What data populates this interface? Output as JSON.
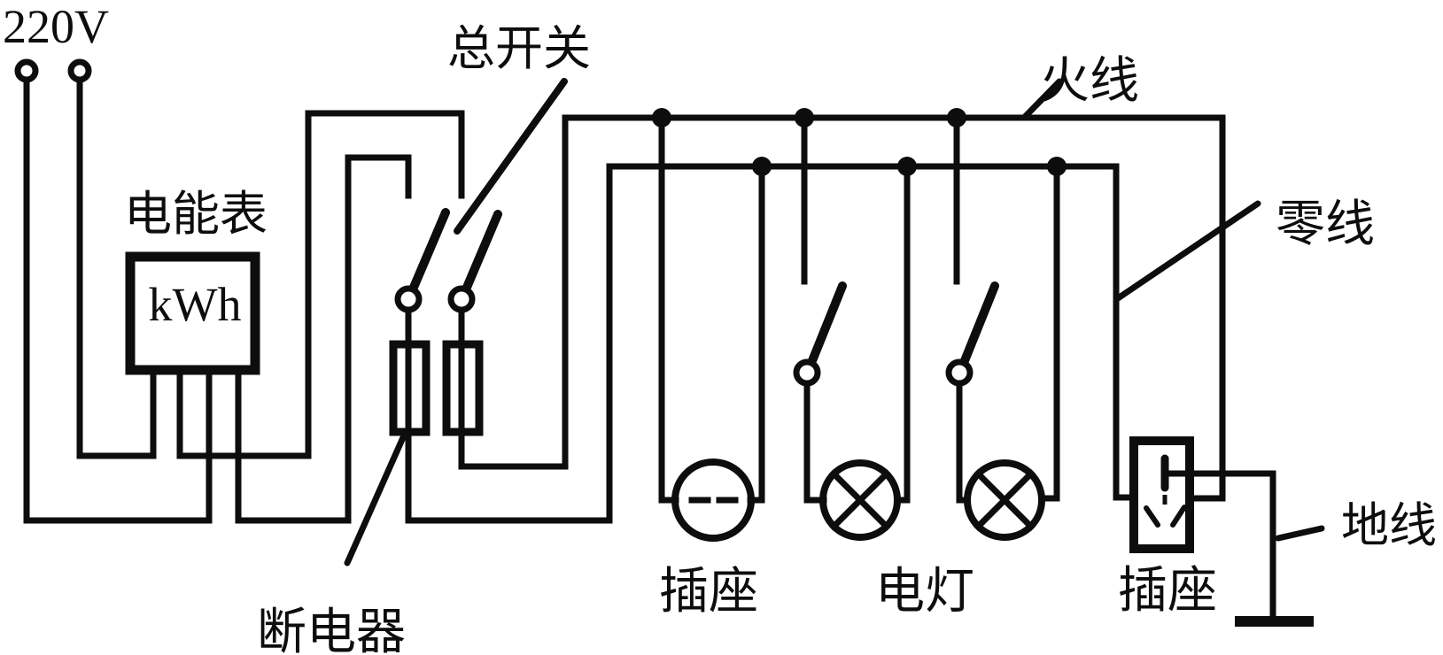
{
  "labels": {
    "supply_voltage": "220V",
    "energy_meter": "电能表",
    "meter_unit": "kWh",
    "main_switch": "总开关",
    "breaker": "断电器",
    "live_wire": "火线",
    "neutral_wire": "零线",
    "ground_wire": "地线",
    "socket_left": "插座",
    "lamps": "电灯",
    "socket_right": "插座"
  },
  "colors": {
    "line": "#0d0d0d",
    "background": "#ffffff"
  }
}
